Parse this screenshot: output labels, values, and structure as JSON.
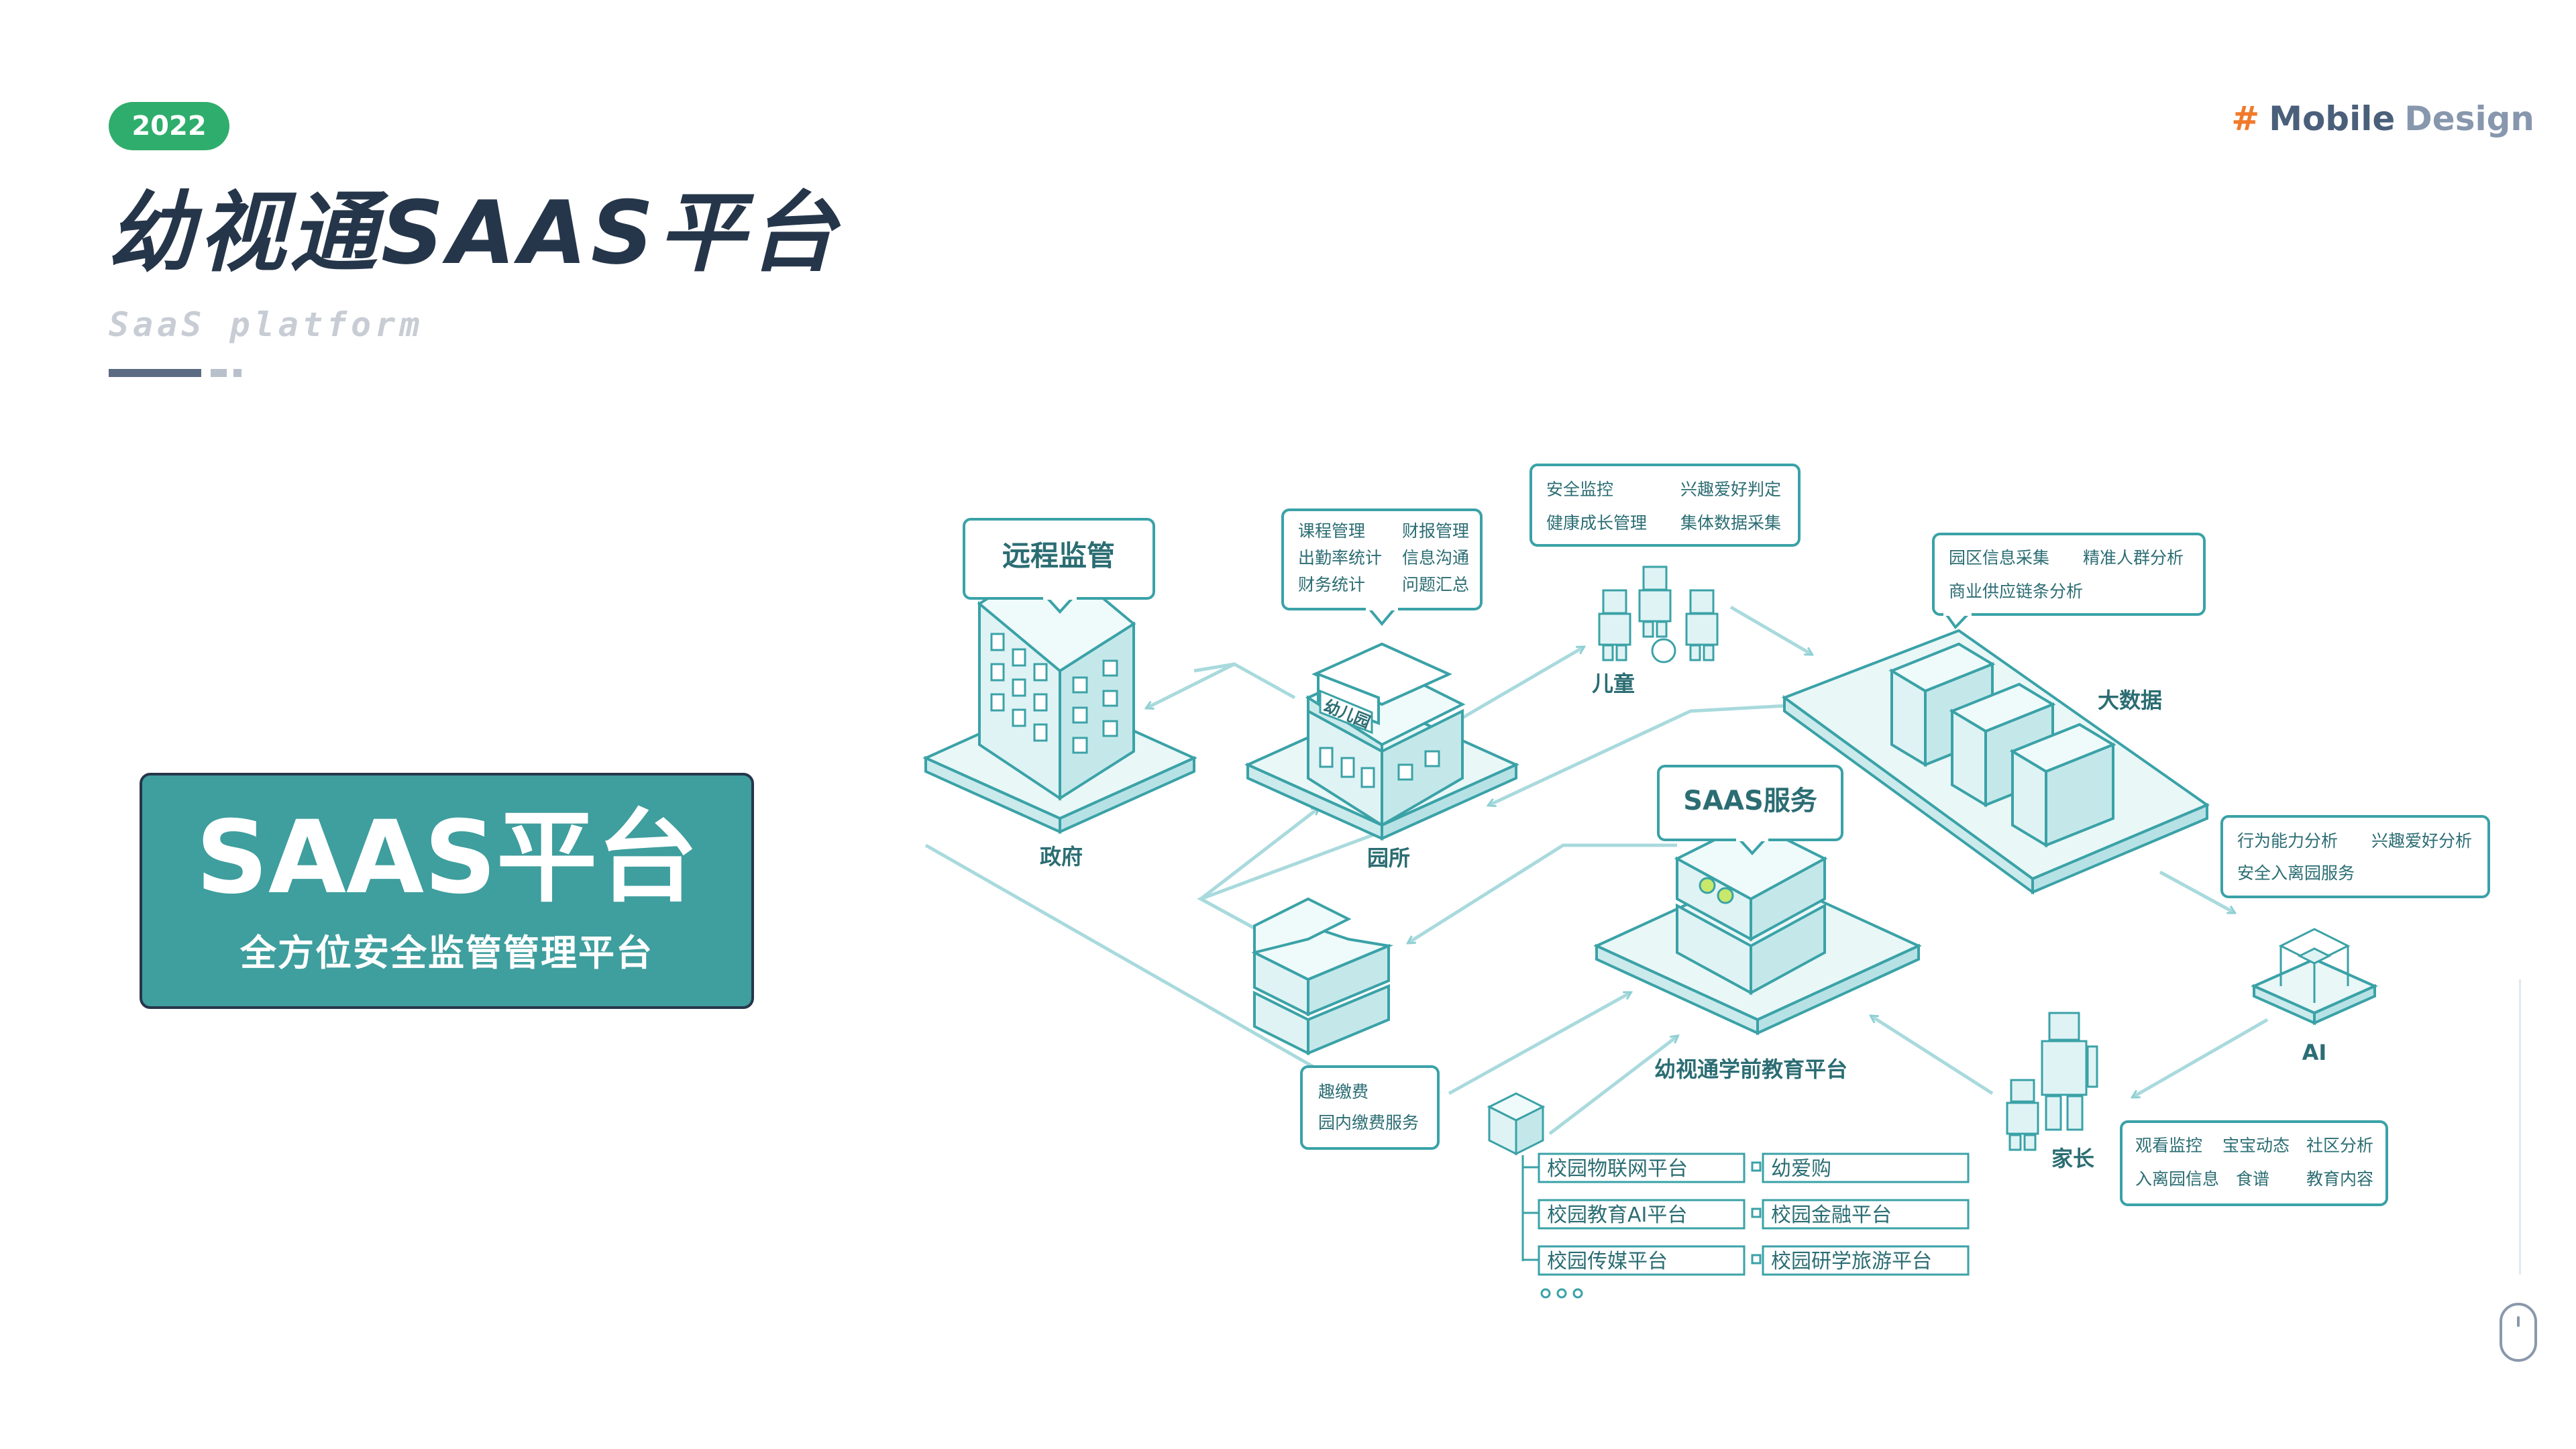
{
  "header": {
    "year": "2022",
    "brand_hash": "#",
    "brand_mobile": "Mobile",
    "brand_design": "Design",
    "title": "幼视通SAAS平台",
    "subtitle": "SaaS platform"
  },
  "card": {
    "title": "SAAS平台",
    "subtitle": "全方位安全监管管理平台"
  },
  "diagram": {
    "gov": {
      "bubble": "远程监管",
      "label": "政府"
    },
    "kindergarten": {
      "sign": "幼儿园",
      "label": "园所",
      "features": [
        "课程管理",
        "财报管理",
        "出勤率统计",
        "信息沟通",
        "财务统计",
        "问题汇总"
      ]
    },
    "children": {
      "label": "儿童",
      "features": [
        "安全监控",
        "兴趣爱好判定",
        "健康成长管理",
        "集体数据采集"
      ]
    },
    "bigdata": {
      "label": "大数据",
      "features": [
        "园区信息采集",
        "精准人群分析",
        "商业供应链条分析"
      ]
    },
    "saas": {
      "bubble": "SAAS服务",
      "label": "幼视通学前教育平台"
    },
    "ai": {
      "label": "AI",
      "features": [
        "行为能力分析",
        "兴趣爱好分析",
        "安全入离园服务"
      ]
    },
    "parents": {
      "label": "家长",
      "features": [
        "观看监控",
        "宝宝动态",
        "社区分析",
        "入离园信息",
        "食谱",
        "教育内容"
      ]
    },
    "payment": {
      "features": [
        "趣缴费",
        "园内缴费服务"
      ]
    },
    "platforms": [
      "校园物联网平台",
      "幼爱购",
      "校园教育AI平台",
      "校园金融平台",
      "校园传媒平台",
      "校园研学旅游平台"
    ]
  }
}
